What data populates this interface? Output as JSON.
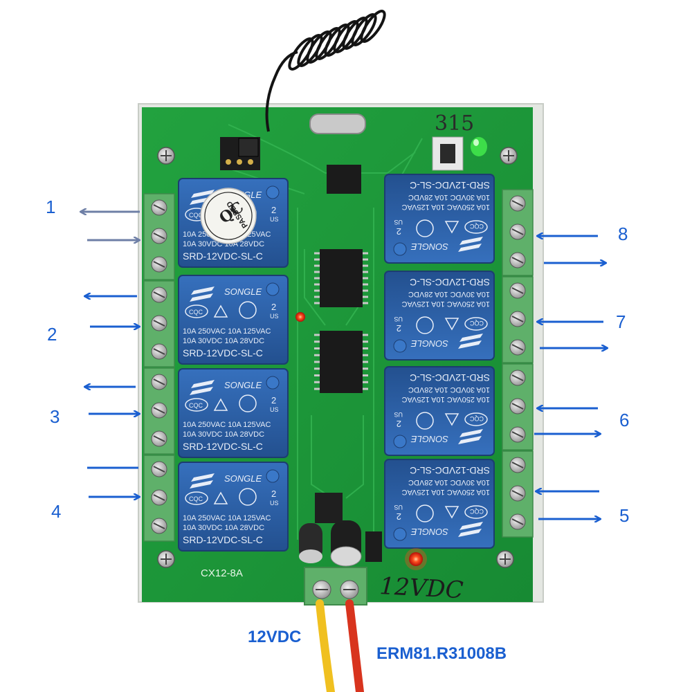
{
  "board": {
    "model_silk": "CX12-8A",
    "freq_hand": "315",
    "power_hand": "12VDC",
    "qc_sticker": [
      "QC",
      "PASSED"
    ]
  },
  "relay": {
    "brand": "SONGLE",
    "cert": "CQC",
    "rating_line1": "10A 250VAC  10A 125VAC",
    "rating_line2": "10A  30VDC  10A  28VDC",
    "model": "SRD-12VDC-SL-C",
    "ul_num": "2",
    "ul_sub": "US"
  },
  "left_channels": [
    "1",
    "2",
    "3",
    "4"
  ],
  "right_channels": [
    "8",
    "7",
    "6",
    "5"
  ],
  "power_label": "12VDC",
  "product_code": "ERM81.R31008B",
  "colors": {
    "pcb": "#1f9a3a",
    "pcb_dark": "#157a2c",
    "relay_blue": "#2d5fa8",
    "terminal_green": "#5fb06a",
    "arrow_blue": "#1a5fd0",
    "arrow_gray": "#6e7fa6",
    "wire_yellow": "#f0c020",
    "wire_red": "#d8341e"
  }
}
